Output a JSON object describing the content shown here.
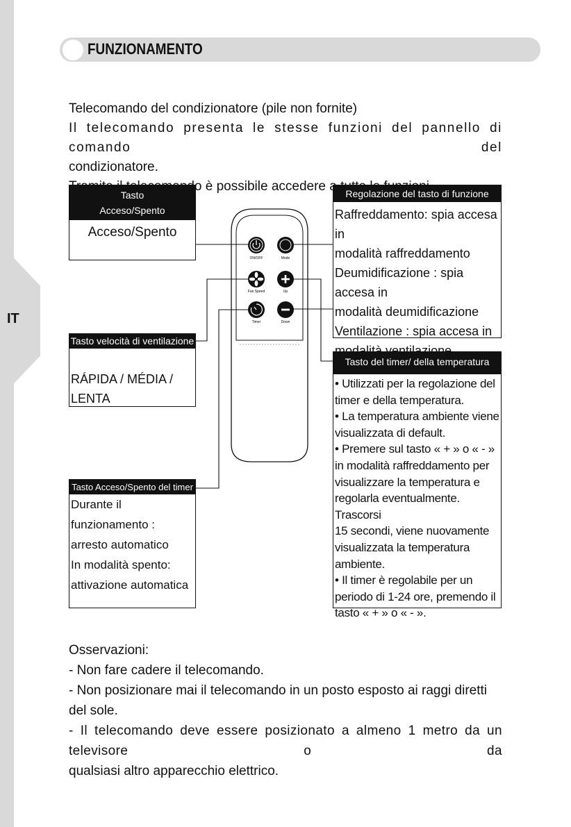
{
  "side": {
    "language": "IT"
  },
  "section": {
    "title": "FUNZIONAMENTO"
  },
  "intro": {
    "line1": "Telecomando del condizionatore (pile non fornite)",
    "line2": "Il telecomando presenta le stesse funzioni del pannello di comando del",
    "line3": "condizionatore.",
    "line4": "Tramite il telecomando è possibile accedere a tutte le funzioni dell'apparecchio."
  },
  "boxes": {
    "onoff": {
      "head1": "Tasto",
      "head2": "Acceso/Spento",
      "body": "Acceso/Spento"
    },
    "func": {
      "head": "Regolazione del tasto di funzione",
      "lines": [
        "Raffreddamento: spia accesa in",
        "modalità raffreddamento",
        "Deumidificazione : spia accesa in",
        "modalità deumidificazione",
        "Ventilazione : spia accesa in",
        "modalità ventilazione"
      ]
    },
    "fan": {
      "head": "Tasto velocità di ventilazione",
      "body": "RÁPIDA / MÉDIA / LENTA"
    },
    "timer": {
      "head": "Tasto del timer/ della temperatura",
      "lines": [
        "• Utilizzati per la regolazione del",
        "timer e della temperatura.",
        "• La temperatura ambiente viene",
        "visualizzata di default.",
        "• Premere sul tasto « + » o « - »",
        "in modalità raffreddamento per",
        "visualizzare la temperatura e",
        "regolarla eventualmente. Trascorsi",
        "15 secondi, viene nuovamente",
        "visualizzata la temperatura",
        "ambiente.",
        "• Il timer è regolabile per un",
        "periodo di 1-24 ore, premendo il",
        "tasto « + » o « - »."
      ]
    },
    "timeronoff": {
      "head": "Tasto Acceso/Spento del timer",
      "lines": [
        "Durante il funzionamento :",
        "arresto automatico",
        "In modalità spento:",
        "attivazione automatica"
      ]
    }
  },
  "remote": {
    "labels": {
      "onoff": "ON/OFF",
      "mode": "Mode",
      "fan": "Fan Speed",
      "up": "Up",
      "timer": "Timer",
      "down": "Down"
    },
    "icons": [
      "power-icon",
      "mode-icon",
      "fan-icon",
      "plus-icon",
      "timer-icon",
      "minus-icon"
    ]
  },
  "notes": {
    "title": "Osservazioni:",
    "line1": "- Non fare cadere il telecomando.",
    "line2": "- Non posizionare mai il telecomando in un posto esposto ai raggi diretti del sole.",
    "line3": "- Il telecomando deve essere posizionato a almeno 1 metro da un televisore o da",
    "line4": "qualsiasi altro apparecchio elettrico."
  }
}
